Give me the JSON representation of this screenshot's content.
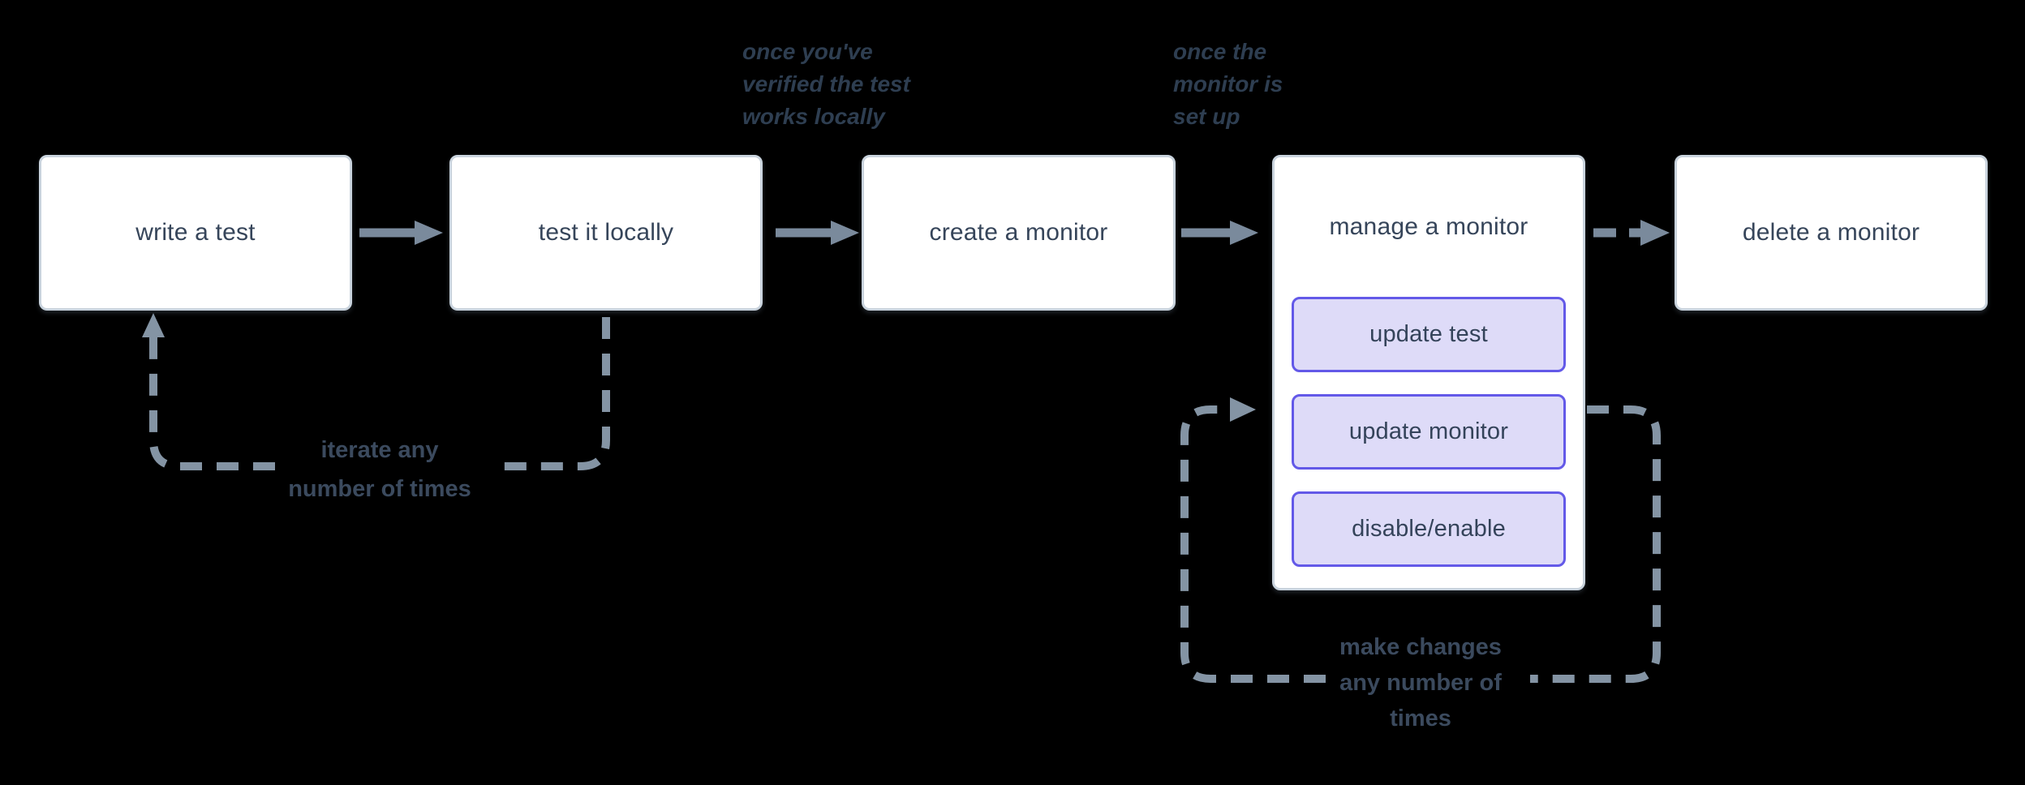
{
  "diagram": {
    "background": "#000000",
    "nodes": {
      "write_test": "write a test",
      "test_locally": "test it locally",
      "create_monitor": "create a monitor",
      "manage_monitor": "manage a monitor",
      "delete_monitor": "delete a monitor"
    },
    "manage_actions": {
      "update_test": "update test",
      "update_monitor": "update monitor",
      "disable_enable": "disable/enable"
    },
    "annotations": {
      "verified": {
        "line1": "once you've",
        "line2": "verified the test",
        "line3": "works locally"
      },
      "setup": {
        "line1": "once the",
        "line2": "monitor is",
        "line3": "set up"
      }
    },
    "loop_labels": {
      "iterate": {
        "line1": "iterate any",
        "line2": "number of times"
      },
      "make_changes": {
        "line1": "make changes",
        "line2": "any number of",
        "line3": "times"
      }
    },
    "colors": {
      "node_fill": "#FFFFFF",
      "node_border": "#C9D3DD",
      "node_text": "#36455A",
      "action_fill": "#DEDBF8",
      "action_border": "#6359E8",
      "solid_arrow": "#7A8A9C",
      "dashed_line": "#8494A4",
      "loop_label_text": "#3B4A5E",
      "annotation_text": "#2E3E51"
    }
  }
}
